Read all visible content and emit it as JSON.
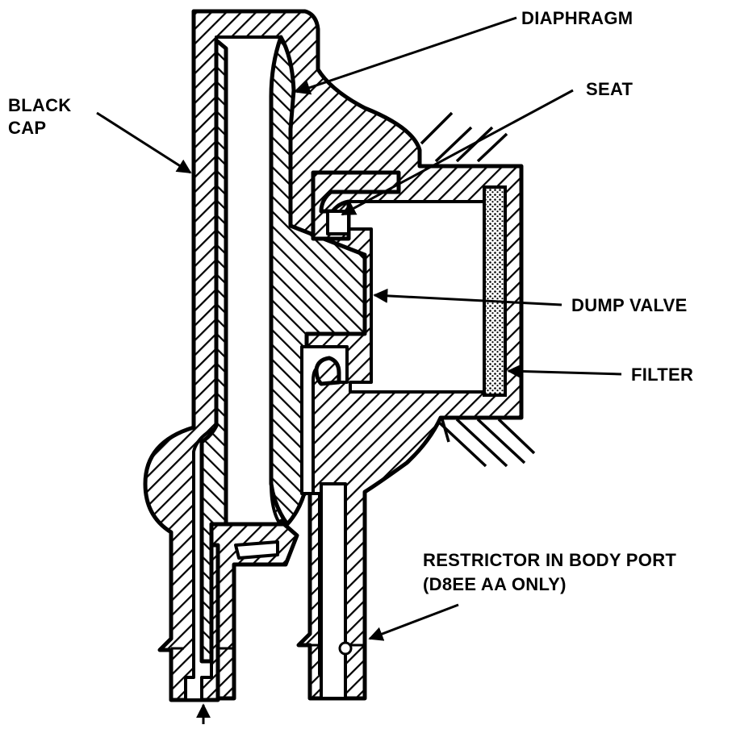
{
  "labels": {
    "diaphragm": "DIAPHRAGM",
    "seat": "SEAT",
    "black_cap_line1": "BLACK",
    "black_cap_line2": "CAP",
    "dump_valve": "DUMP VALVE",
    "filter": "FILTER",
    "restrictor_line1": "RESTRICTOR IN BODY PORT",
    "restrictor_line2": "(D8EE AA ONLY)"
  }
}
